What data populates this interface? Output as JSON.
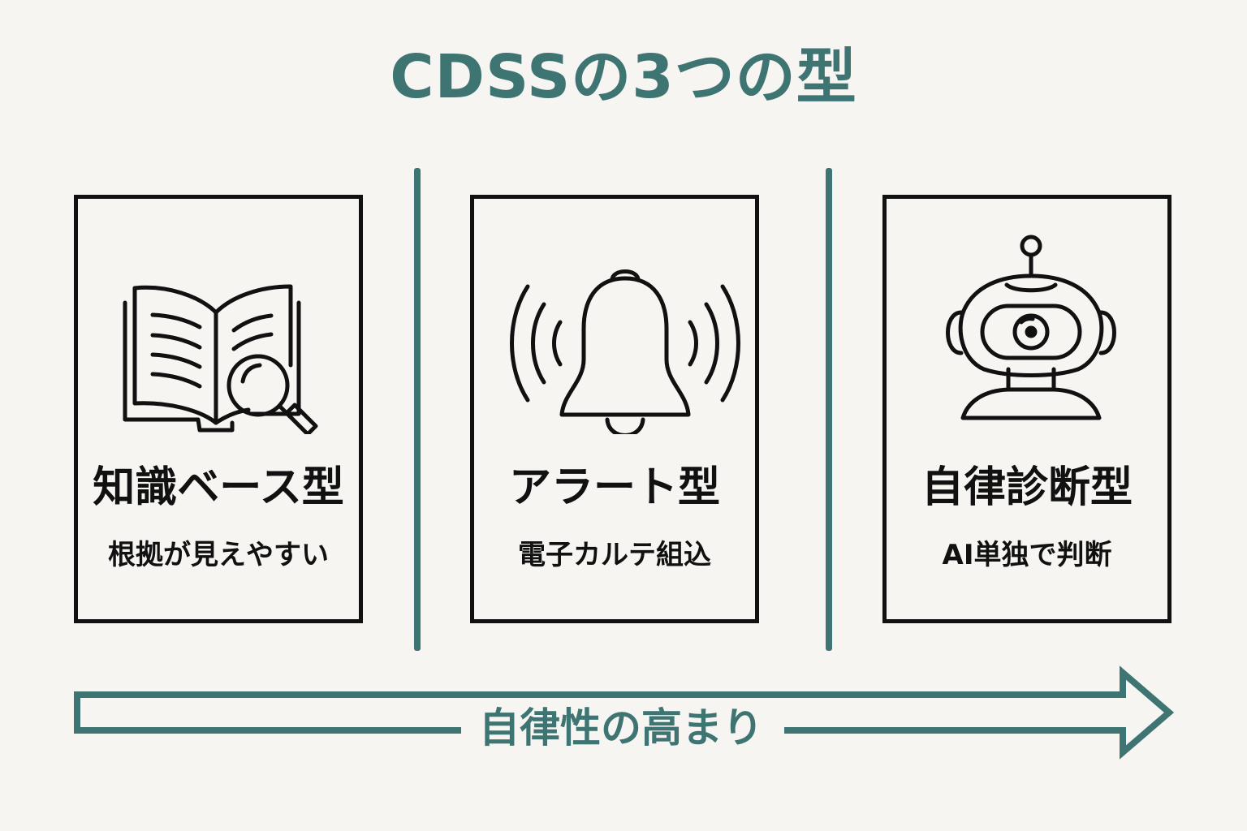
{
  "title": "CDSSの3つの型",
  "cards": [
    {
      "title": "知識ベース型",
      "subtitle": "根拠が見えやすい",
      "icon": "book-magnifier-icon"
    },
    {
      "title": "アラート型",
      "subtitle": "電子カルテ組込",
      "icon": "ringing-bell-icon"
    },
    {
      "title": "自律診断型",
      "subtitle": "AI単独で判断",
      "icon": "robot-icon"
    }
  ],
  "arrow": {
    "label": "自律性の高まり"
  },
  "colors": {
    "accent": "#3e7472",
    "ink": "#111111",
    "background": "#f6f5f1"
  }
}
